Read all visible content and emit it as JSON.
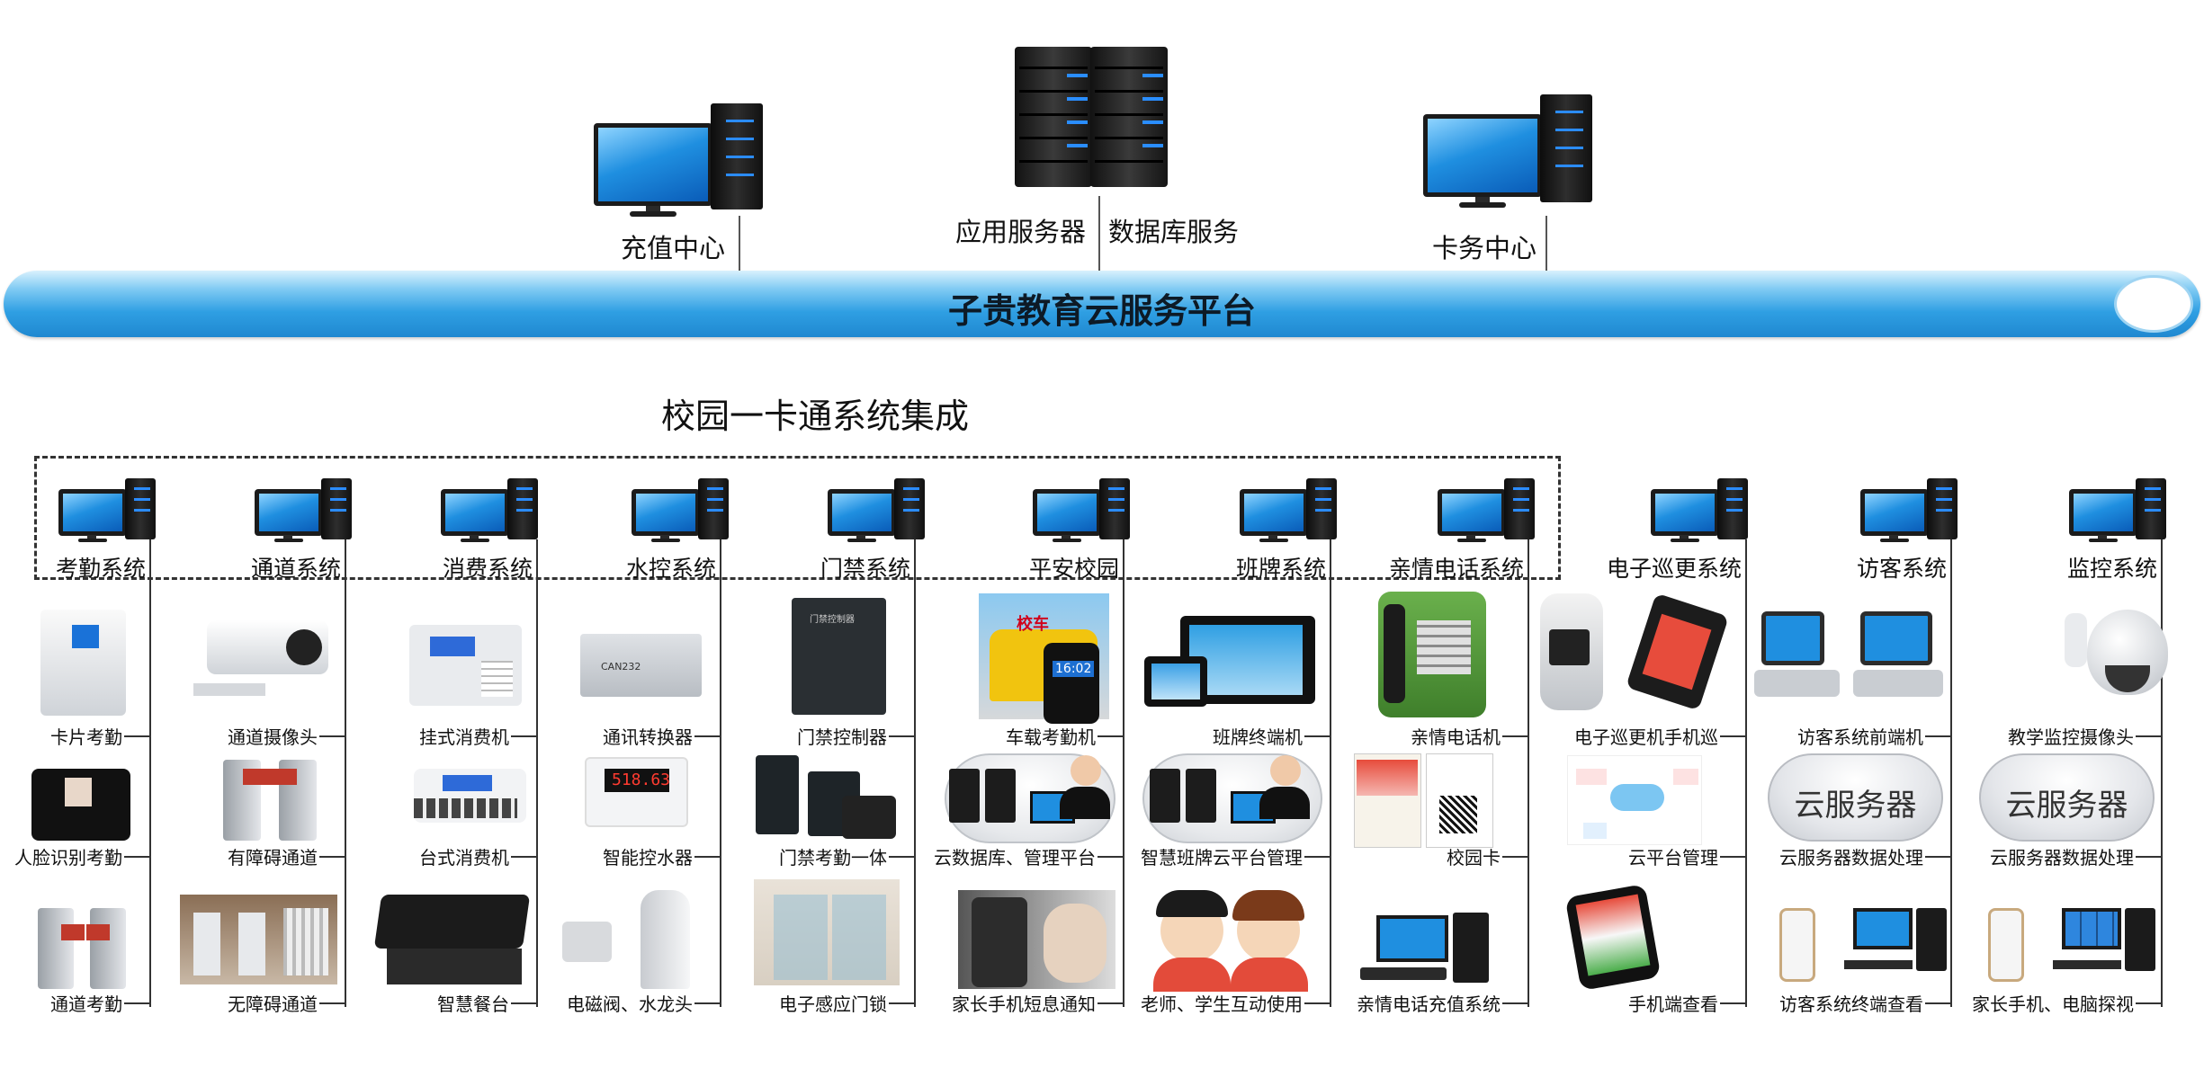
{
  "top": {
    "recharge_center": "充值中心",
    "app_server": "应用服务器",
    "db_service": "数据库服务",
    "card_center": "卡务中心"
  },
  "platform_title": "子贵教育云服务平台",
  "section_title": "校园一卡通系统集成",
  "systems": [
    {
      "name": "考勤系统",
      "items": [
        "卡片考勤",
        "人脸识别考勤",
        "通道考勤"
      ]
    },
    {
      "name": "通道系统",
      "items": [
        "通道摄像头",
        "有障碍通道",
        "无障碍通道"
      ]
    },
    {
      "name": "消费系统",
      "items": [
        "挂式消费机",
        "台式消费机",
        "智慧餐台"
      ]
    },
    {
      "name": "水控系统",
      "items": [
        "通讯转换器",
        "智能控水器",
        "电磁阀、水龙头"
      ]
    },
    {
      "name": "门禁系统",
      "items": [
        "门禁控制器",
        "门禁考勤一体",
        "电子感应门锁"
      ]
    },
    {
      "name": "平安校园",
      "items": [
        "车载考勤机",
        "云数据库、管理平台",
        "家长手机短息通知"
      ]
    },
    {
      "name": "班牌系统",
      "items": [
        "班牌终端机",
        "智慧班牌云平台管理",
        "老师、学生互动使用"
      ]
    },
    {
      "name": "亲情电话系统",
      "items": [
        "亲情电话机",
        "校园卡",
        "亲情电话充值系统"
      ]
    },
    {
      "name": "电子巡更系统",
      "items": [
        "电子巡更机手机巡",
        "云平台管理",
        "手机端查看"
      ]
    },
    {
      "name": "访客系统",
      "items": [
        "访客系统前端机",
        "云服务器数据处理",
        "访客系统终端查看"
      ]
    },
    {
      "name": "监控系统",
      "items": [
        "教学监控摄像头",
        "云服务器数据处理",
        "家长手机、电脑探视"
      ]
    }
  ],
  "cloud_label": "云服务器",
  "device_text": {
    "bus_sign": "校车",
    "time": "16:02",
    "meter_reading": "518.63",
    "door_controller": "门禁控制器",
    "converter": "CAN232"
  },
  "colors": {
    "pipe": "#2f9fe3",
    "screen": "#1f8fe0",
    "led": "#2b8cff"
  }
}
